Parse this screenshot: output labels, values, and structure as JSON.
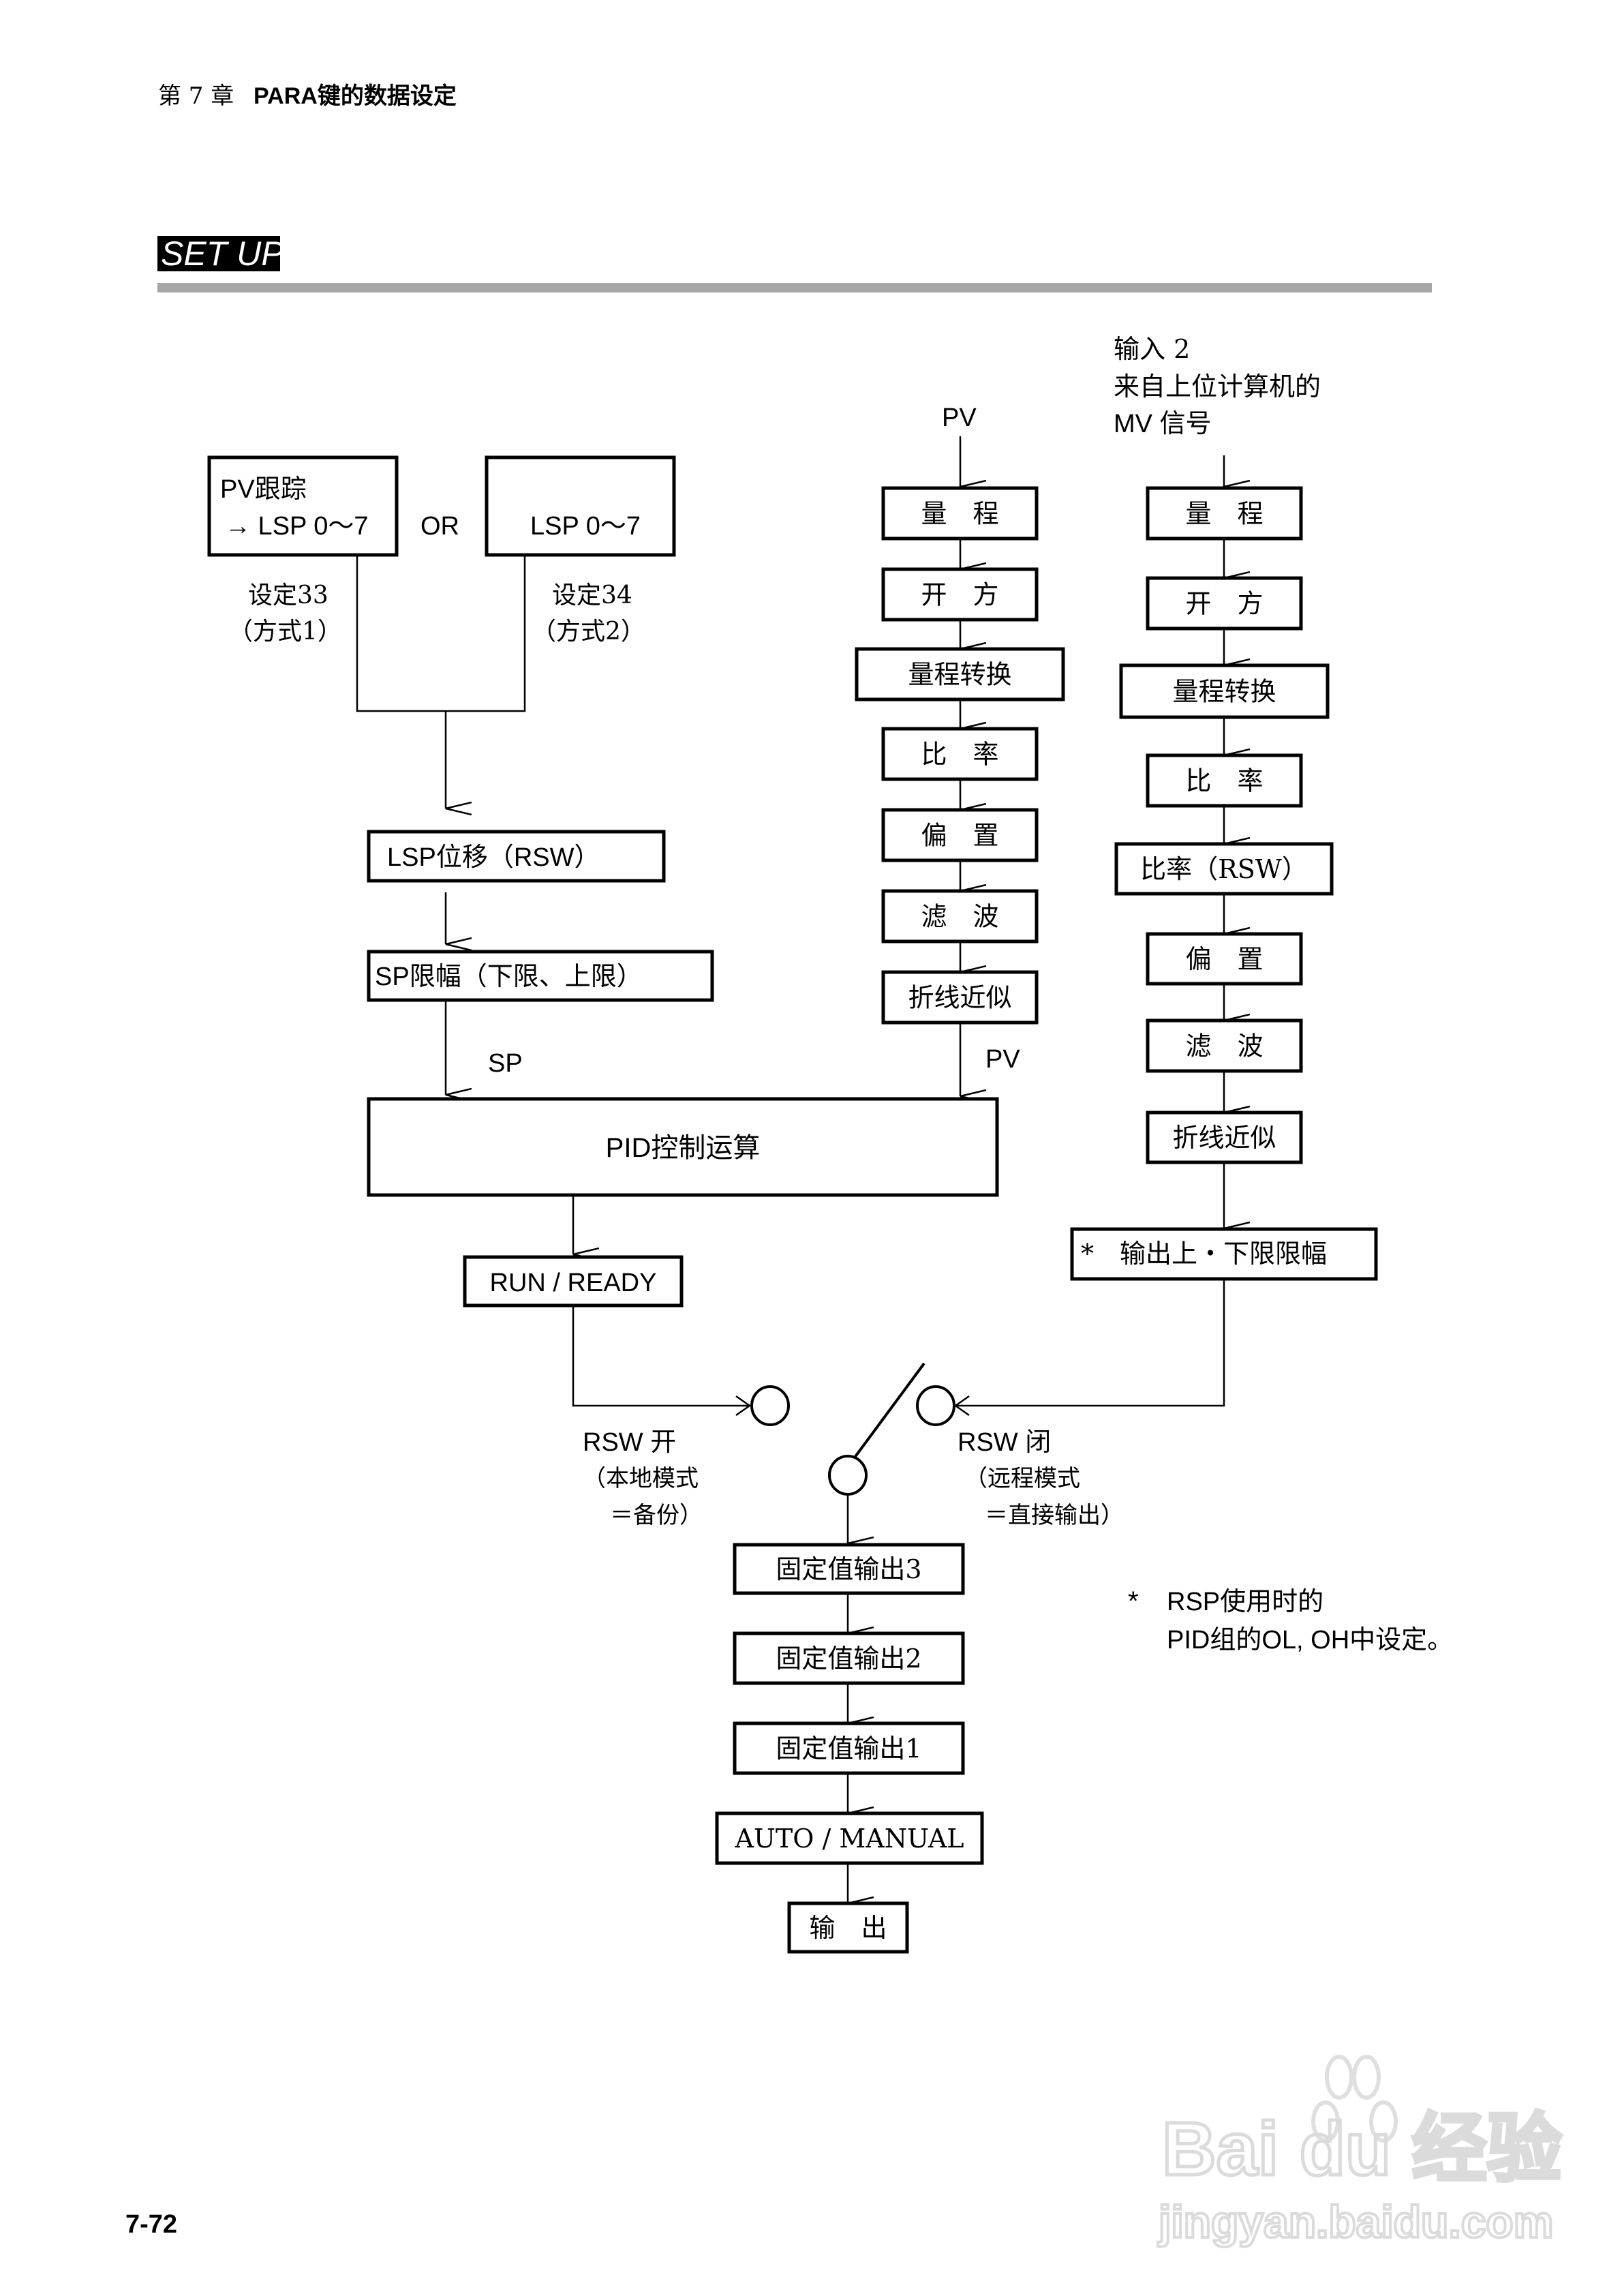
{
  "header": {
    "chapter": "第 7 章",
    "title": "PARA键的数据设定"
  },
  "section": {
    "label": "SET UP"
  },
  "colors": {
    "section_bar": "#a6a6a6",
    "section_label_bg": "#000000",
    "section_label_text": "#ffffff",
    "watermark": "#dcdcdc"
  },
  "sp_branch": {
    "box_pv_track": {
      "line1": "PV跟踪",
      "line2": "→  LSP 0～7"
    },
    "or_label": "OR",
    "box_lsp": "LSP 0～7",
    "setting_33": {
      "line1": "设定33",
      "line2": "（方式1）"
    },
    "setting_34": {
      "line1": "设定34",
      "line2": "（方式2）"
    },
    "lsp_shift": "LSP位移（RSW）",
    "sp_limit": "SP限幅（下限、上限）",
    "sp_label": "SP"
  },
  "pv_branch": {
    "input_label": "PV",
    "steps": [
      "量　程",
      "开　方",
      "量程转换",
      "比　率",
      "偏　置",
      "滤　波",
      "折线近似"
    ],
    "output_label": "PV"
  },
  "mv_branch": {
    "input_label": {
      "line1": "输入 2",
      "line2": "来自上位计算机的",
      "line3": "MV 信号"
    },
    "steps": [
      "量　程",
      "开　方",
      "量程转换",
      "比　率",
      "比率（RSW）",
      "偏　置",
      "滤　波",
      "折线近似"
    ],
    "output_limit": "*　输出上・下限限幅"
  },
  "pid": {
    "label": "PID控制运算",
    "run_ready": "RUN / READY"
  },
  "switch": {
    "open_label": "RSW  开",
    "open_note": {
      "line1": "（本地模式",
      "line2": "＝备份）"
    },
    "closed_label": "RSW  闭",
    "closed_note": {
      "line1": "（远程模式",
      "line2": "＝直接输出）"
    }
  },
  "output_chain": {
    "steps": [
      "固定值输出3",
      "固定值输出2",
      "固定值输出1",
      "AUTO / MANUAL",
      "输　出"
    ]
  },
  "footnote": {
    "marker": "*",
    "line1": "RSP使用时的",
    "line2": "PID组的OL, OH中设定。"
  },
  "footer": {
    "page_number": "7-72"
  },
  "watermark": {
    "brand": "Bai du 经验",
    "url": "jingyan.baidu.com"
  }
}
